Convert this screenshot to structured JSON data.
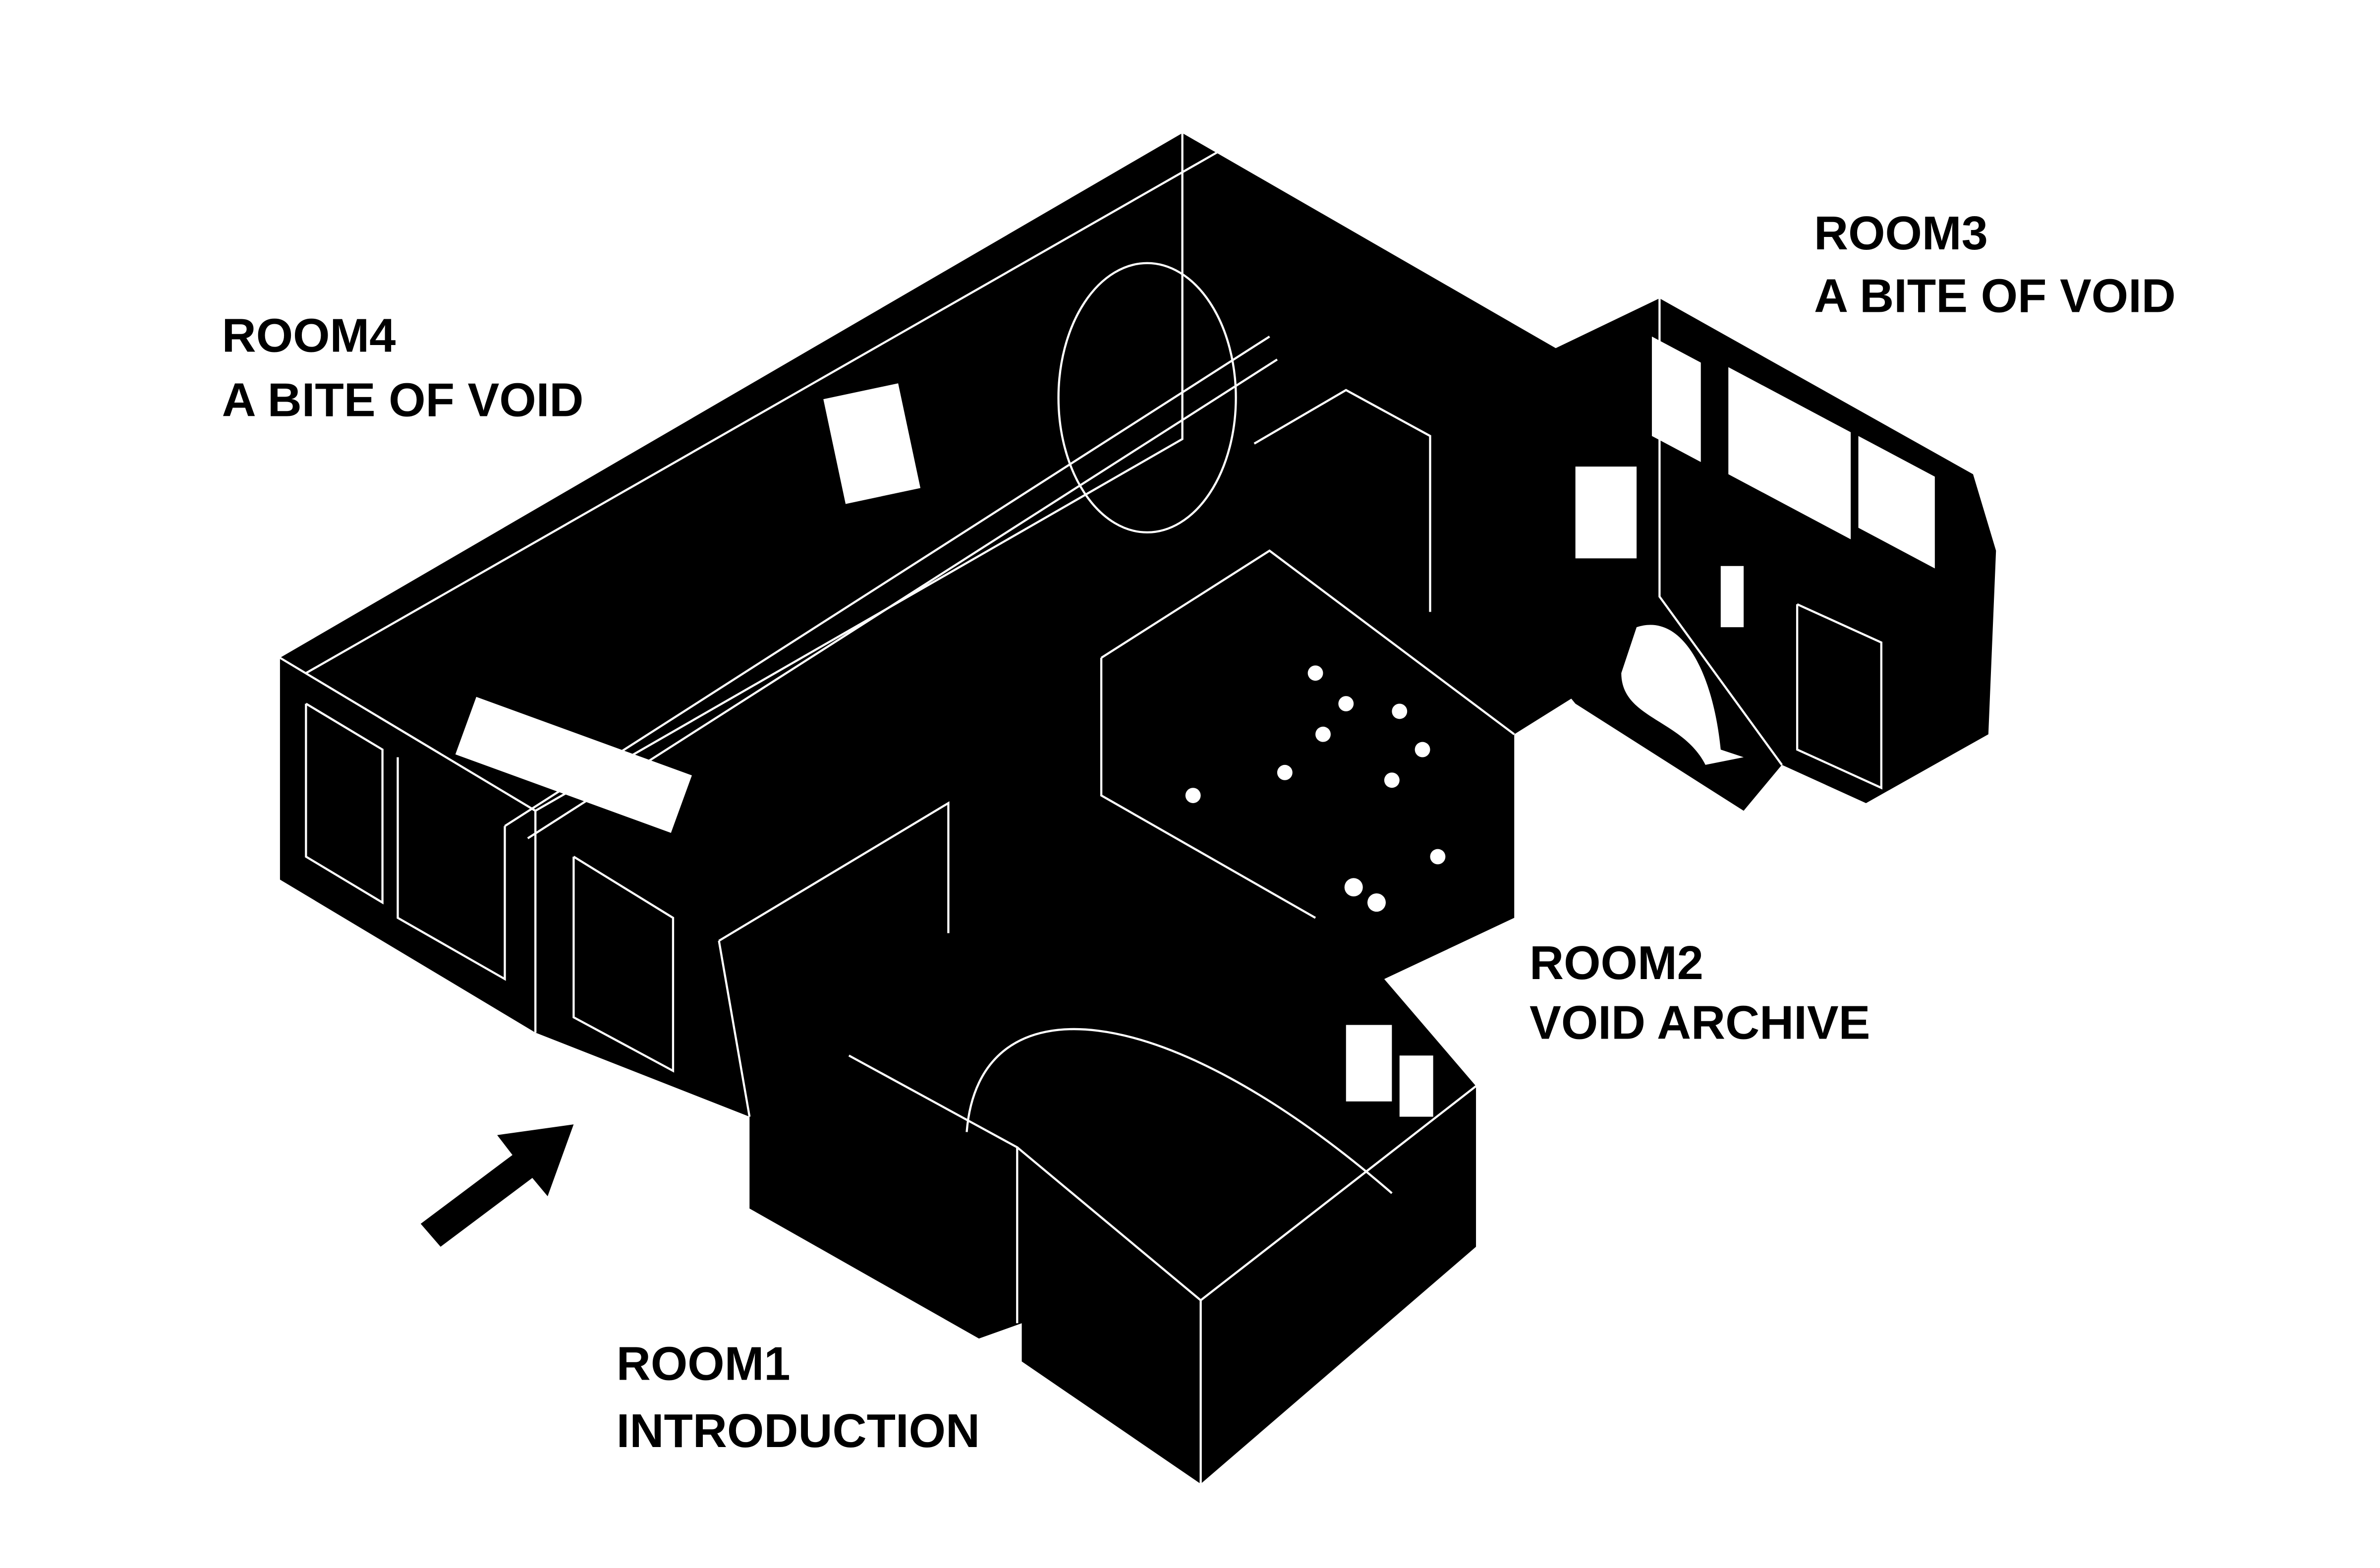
{
  "colors": {
    "background": "#ffffff",
    "building": "#000000",
    "lines": "#ffffff"
  },
  "rooms": [
    {
      "id": "room4",
      "name": "ROOM4",
      "title": "A BITE OF VOID"
    },
    {
      "id": "room3",
      "name": "ROOM3",
      "title": "A BITE OF VOID"
    },
    {
      "id": "room2",
      "name": "ROOM2",
      "title": "VOID ARCHIVE"
    },
    {
      "id": "room1",
      "name": "ROOM1",
      "title": "INTRODUCTION"
    }
  ],
  "entrance_icon": "arrow-entrance-icon"
}
